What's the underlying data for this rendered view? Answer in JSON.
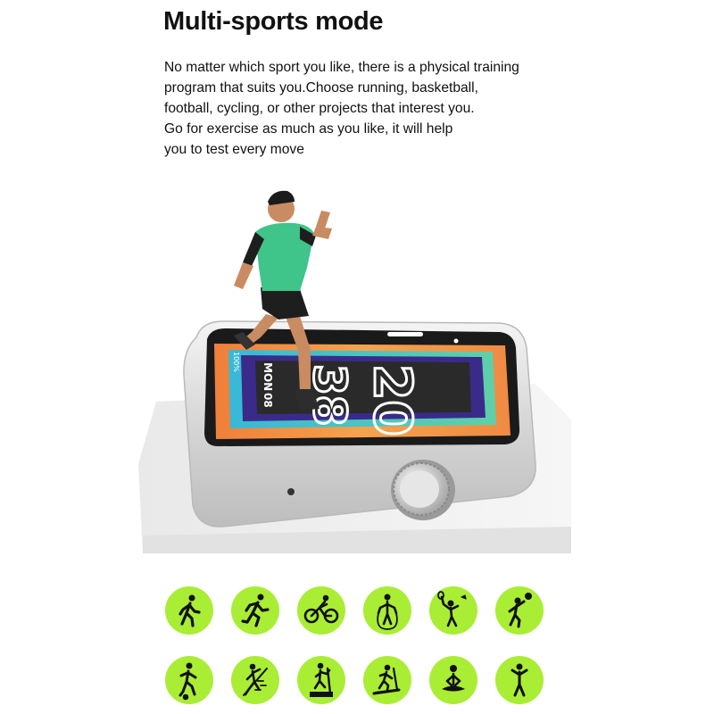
{
  "header": {
    "title": "Multi-sports mode"
  },
  "description": {
    "lines": [
      "No matter which sport you like, there is a physical training",
      "program that suits you.Choose running, basketball,",
      "football, cycling, or other projects that interest you.",
      "Go for exercise as much as you like, it will help",
      "you to test every move"
    ]
  },
  "watch_face": {
    "hour": "20",
    "minute": "38",
    "weekday": "MON",
    "date": "08",
    "status": "100%"
  },
  "sport_icons": {
    "row1": [
      "walking-icon",
      "running-icon",
      "cycling-icon",
      "jump-rope-icon",
      "badminton-icon",
      "volleyball-icon"
    ],
    "row2": [
      "football-icon",
      "climbing-icon",
      "elliptical-icon",
      "treadmill-icon",
      "yoga-icon",
      "free-training-icon"
    ]
  },
  "colors": {
    "icon_bg": "#aaed35",
    "bezel_orange": "#e8873a",
    "bezel_teal": "#3ec6c9",
    "case_silver": "#d9d9d9"
  }
}
